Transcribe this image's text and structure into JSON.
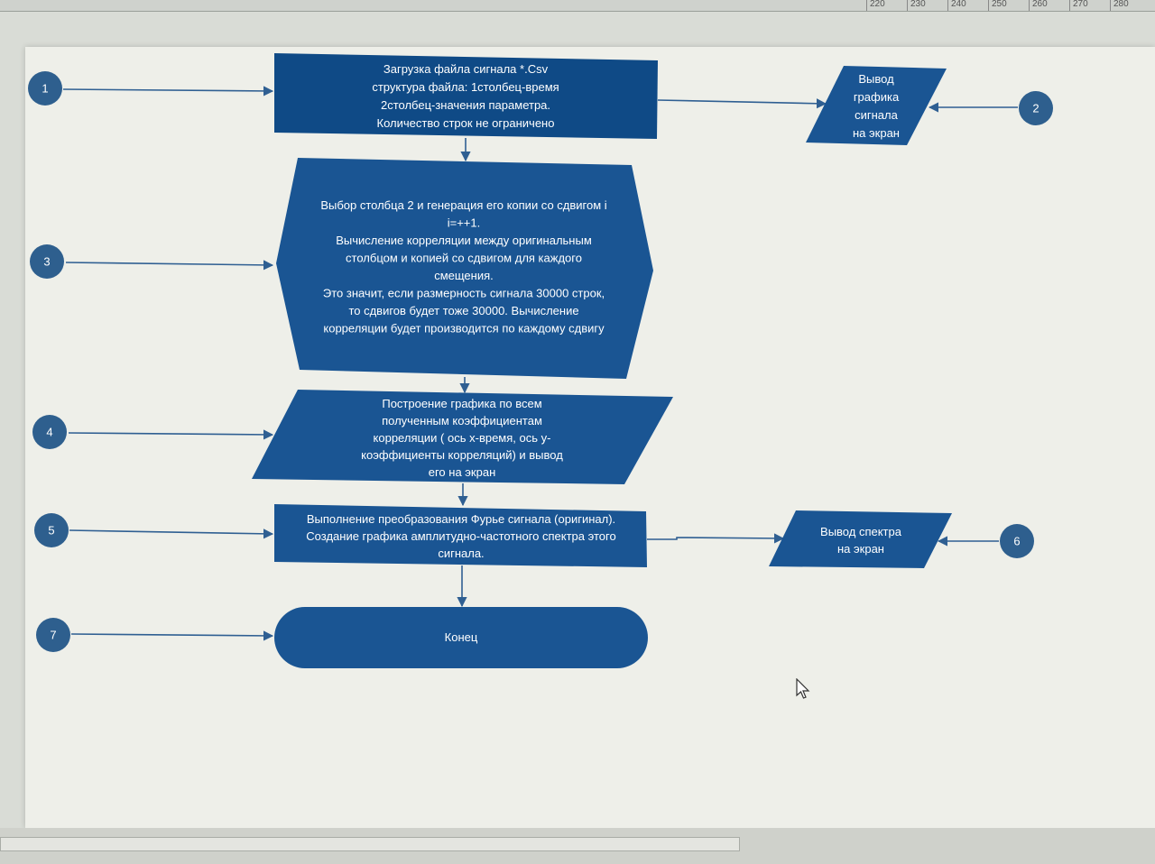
{
  "colors": {
    "shape_fill": "#1a5593",
    "shape_dark": "#0f4a86",
    "connector": "#2f5f92",
    "circle_fill": "#2e5f8e"
  },
  "ruler": {
    "labels": [
      "220",
      "230",
      "240",
      "250",
      "260",
      "270",
      "280"
    ]
  },
  "diagram": {
    "start_box": {
      "lines": [
        "Загрузка файла сигнала *.Csv",
        "структура файла: 1столбец-время",
        "2столбец-значения параметра.",
        "Количество строк не ограничено"
      ]
    },
    "output_signal": {
      "lines": [
        "Вывод",
        "графика",
        "сигнала",
        "на экран"
      ]
    },
    "process_correlation": {
      "lines": [
        "Выбор столбца 2 и генерация его копии со сдвигом i",
        "i=++1.",
        "Вычисление корреляции между оригинальным",
        "столбцом и копией со сдвигом для каждого",
        "смещения.",
        "Это значит, если размерность сигнала 30000 строк,",
        "то сдвигов будет тоже 30000. Вычисление",
        "корреляции будет производится по каждому сдвигу"
      ]
    },
    "plot_correlation": {
      "lines": [
        "Построение графика по всем",
        "полученным коэффициентам",
        "корреляции ( ось х-время, ось у-",
        "коэффициенты корреляций) и вывод",
        "его на экран"
      ]
    },
    "fourier_box": {
      "lines": [
        "Выполнение преобразования Фурье сигнала (оригинал).",
        "Создание графика амплитудно-частотного спектра этого",
        "сигнала."
      ]
    },
    "output_spectrum": {
      "lines": [
        "Вывод спектра",
        "на экран"
      ]
    },
    "end_terminator": {
      "label": "Конец"
    },
    "markers": [
      "1",
      "2",
      "3",
      "4",
      "5",
      "6",
      "7"
    ]
  }
}
